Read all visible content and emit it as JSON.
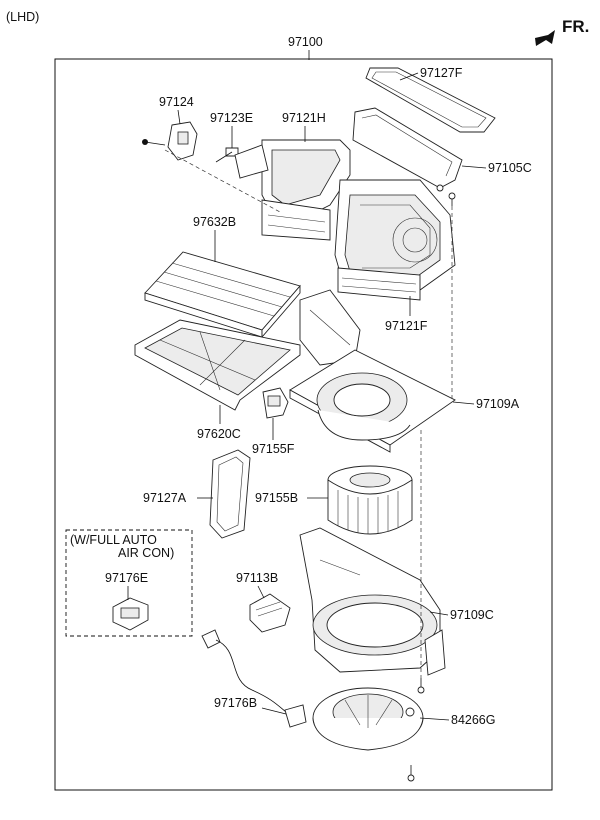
{
  "header": {
    "variant": "(LHD)",
    "assembly": "97100",
    "direction": "FR."
  },
  "options_box": {
    "line1": "(W/FULL AUTO",
    "line2": "AIR CON)"
  },
  "parts": {
    "p97127F": "97127F",
    "p97124": "97124",
    "p97123E": "97123E",
    "p97121H": "97121H",
    "p97105C": "97105C",
    "p97632B": "97632B",
    "p97121F": "97121F",
    "p97109A": "97109A",
    "p97620C": "97620C",
    "p97155F": "97155F",
    "p97127A": "97127A",
    "p97155B": "97155B",
    "p97176E": "97176E",
    "p97113B": "97113B",
    "p97109C": "97109C",
    "p97176B": "97176B",
    "p84266G": "84266G"
  }
}
